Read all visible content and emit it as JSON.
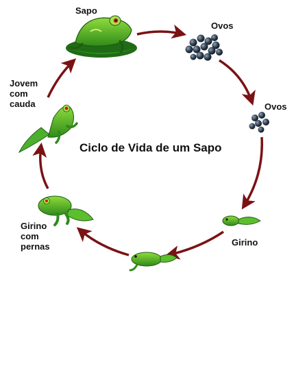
{
  "diagram": {
    "title": "Ciclo de Vida de um Sapo",
    "stages": [
      {
        "id": "sapo",
        "label": "Sapo"
      },
      {
        "id": "ovos1",
        "label": "Ovos"
      },
      {
        "id": "ovos2",
        "label": "Ovos"
      },
      {
        "id": "girino",
        "label": "Girino"
      },
      {
        "id": "girino-pernas",
        "label": "Girino\ncom\npernas"
      },
      {
        "id": "jovem",
        "label": "Jovem\ncom\ncauda"
      }
    ],
    "colors": {
      "arrow": "#7a1214",
      "frog_green": "#4db02c",
      "frog_dark": "#236b14",
      "egg": "#2b3a4a",
      "lily_pad": "#1f6b16"
    }
  }
}
